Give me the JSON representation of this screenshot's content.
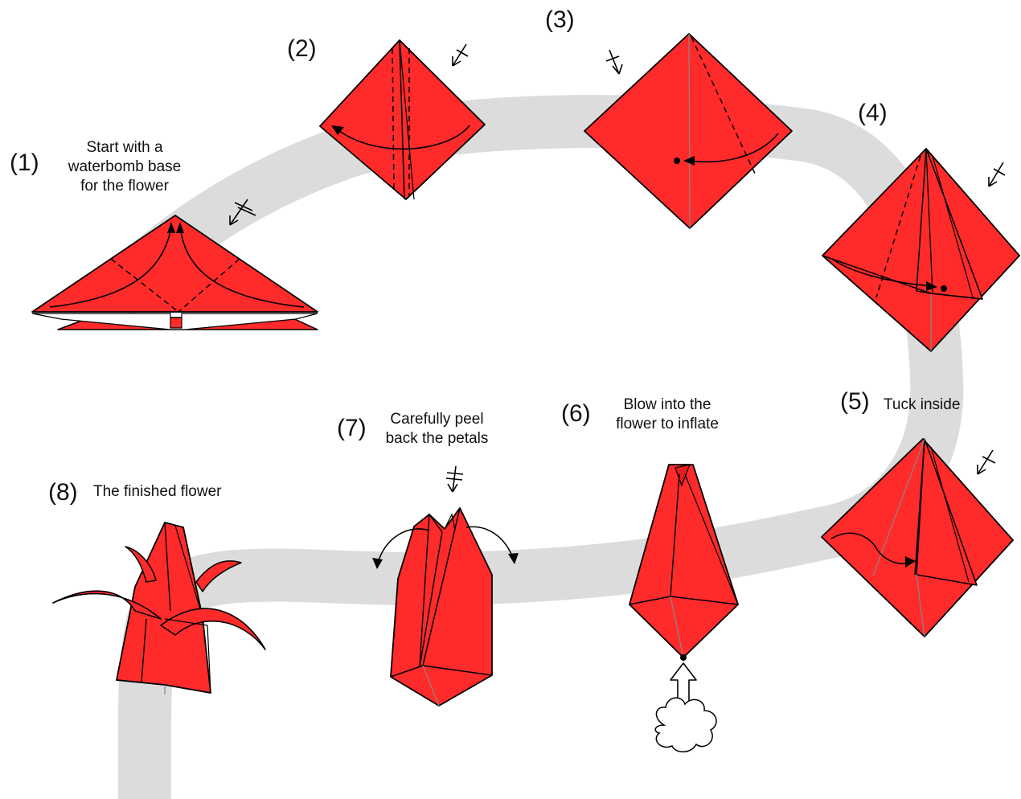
{
  "colors": {
    "paper": "#ff2a2a",
    "paper_dark": "#e81e1e",
    "path": "#dcdcdc",
    "line": "#000000",
    "crease": "#888888"
  },
  "steps": [
    {
      "number": "(1)",
      "lines": [
        "Start with a",
        "waterbomb base",
        "for the flower"
      ]
    },
    {
      "number": "(2)",
      "lines": []
    },
    {
      "number": "(3)",
      "lines": []
    },
    {
      "number": "(4)",
      "lines": []
    },
    {
      "number": "(5)",
      "lines": [
        "Tuck inside"
      ]
    },
    {
      "number": "(6)",
      "lines": [
        "Blow into the",
        "flower to inflate"
      ]
    },
    {
      "number": "(7)",
      "lines": [
        "Carefully peel",
        "back the petals"
      ]
    },
    {
      "number": "(8)",
      "lines": [
        "The finished flower"
      ]
    }
  ]
}
